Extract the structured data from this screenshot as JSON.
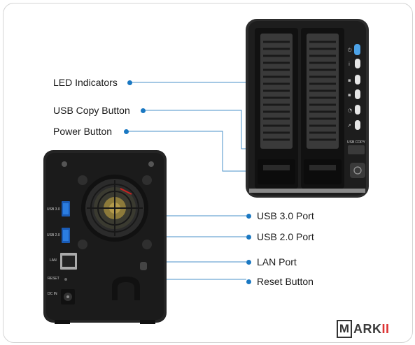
{
  "callouts": {
    "led_indicators": "LED Indicators",
    "usb_copy_button": "USB Copy Button",
    "power_button": "Power Button",
    "usb30_port": "USB 3.0 Port",
    "usb20_port": "USB 2.0 Port",
    "lan_port": "LAN Port",
    "reset_button": "Reset Button"
  },
  "rear_labels": {
    "usb30": "USB 3.0",
    "usb20": "USB 2.0",
    "lan": "LAN",
    "reset": "RESET",
    "dcin": "DC IN"
  },
  "front_labels": {
    "usb_copy": "USB COPY"
  },
  "logo": {
    "m": "M",
    "ark": "ARK",
    "ii": "II"
  },
  "colors": {
    "accent": "#1a78c2",
    "device_body": "#2a2a2a",
    "logo_red": "#dd3333"
  }
}
